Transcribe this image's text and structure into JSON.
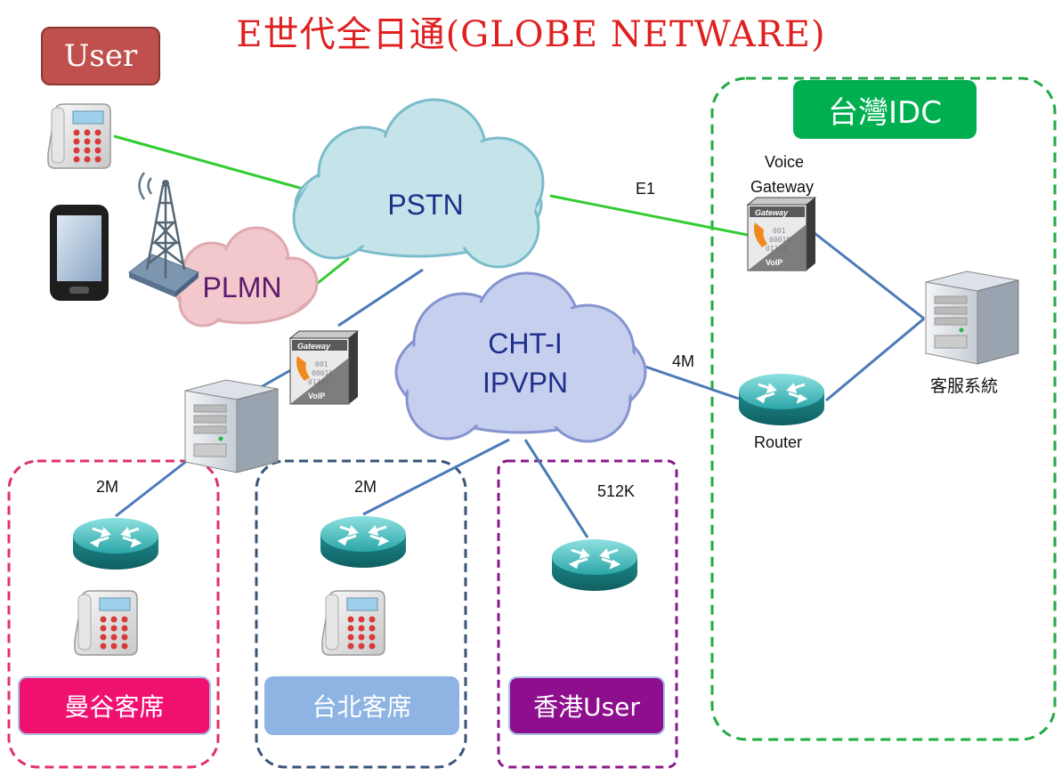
{
  "title": "E世代全日通(GLOBE NETWARE)",
  "badges": {
    "user": "User",
    "taiwan_idc": "台灣IDC",
    "bangkok": "曼谷客席",
    "taipei": "台北客席",
    "hongkong": "香港User"
  },
  "clouds": {
    "pstn": "PSTN",
    "plmn": "PLMN",
    "ipvpn_line1": "CHT-I",
    "ipvpn_line2": "IPVPN"
  },
  "links": {
    "e1": "E1",
    "router_4m": "4M",
    "bangkok_2m": "2M",
    "taipei_2m": "2M",
    "hongkong_512k": "512K"
  },
  "devices": {
    "voice_gateway_line1": "Voice",
    "voice_gateway_line2": "Gateway",
    "gateway_text": "Gateway",
    "voip_text": "VoIP",
    "router": "Router",
    "crm_system": "客服系統"
  },
  "colors": {
    "pstn_link": "#33cc33",
    "ip_link": "#4a7ab8",
    "idc_border": "#22aa44",
    "bangkok_border": "#e0306e",
    "taipei_border": "#3a5478",
    "hongkong_border": "#8a1a8a"
  }
}
